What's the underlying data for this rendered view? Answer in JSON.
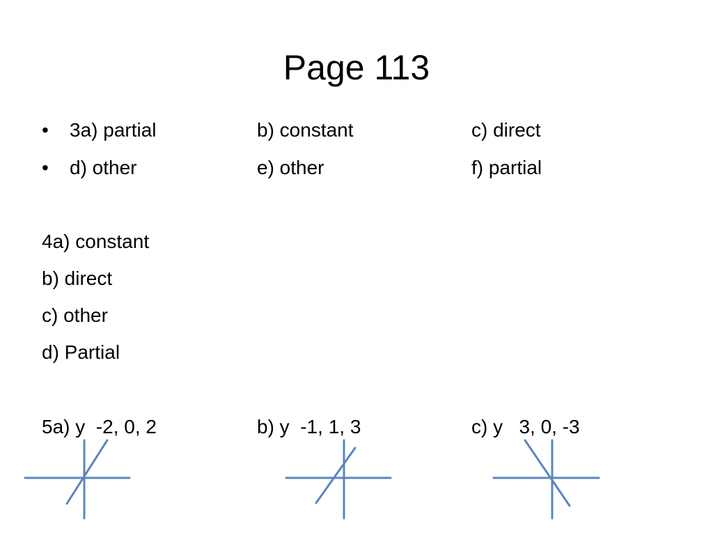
{
  "slide": {
    "title": "Page 113"
  },
  "q3": {
    "row1": {
      "bullet": "•",
      "a": "3a) partial",
      "b": "b) constant",
      "c": "c) direct"
    },
    "row2": {
      "bullet": "•",
      "a": "d) other",
      "b": "e) other",
      "c": "f) partial"
    }
  },
  "q4": {
    "a": "4a) constant",
    "b": "b) direct",
    "c": "c) other",
    "d": "d) Partial"
  },
  "q5": {
    "a": "5a) y  -2, 0, 2",
    "b": "b) y  -1, 1, 3",
    "c": "c) y   3, 0, -3"
  },
  "colors": {
    "graph_line": "#5b85bd"
  }
}
